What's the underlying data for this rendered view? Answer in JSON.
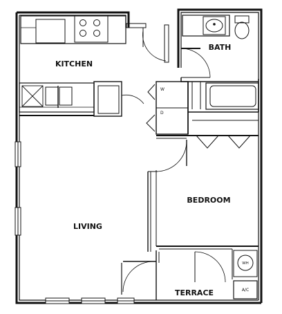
{
  "rooms": {
    "kitchen": "KITCHEN",
    "bath": "BATH",
    "bedroom": "BEDROOM",
    "living": "LIVING",
    "terrace": "TERRACE"
  },
  "fixtures": {
    "washer": "W",
    "dryer": "D",
    "water_heater": "WH",
    "ac_unit": "A/C"
  }
}
